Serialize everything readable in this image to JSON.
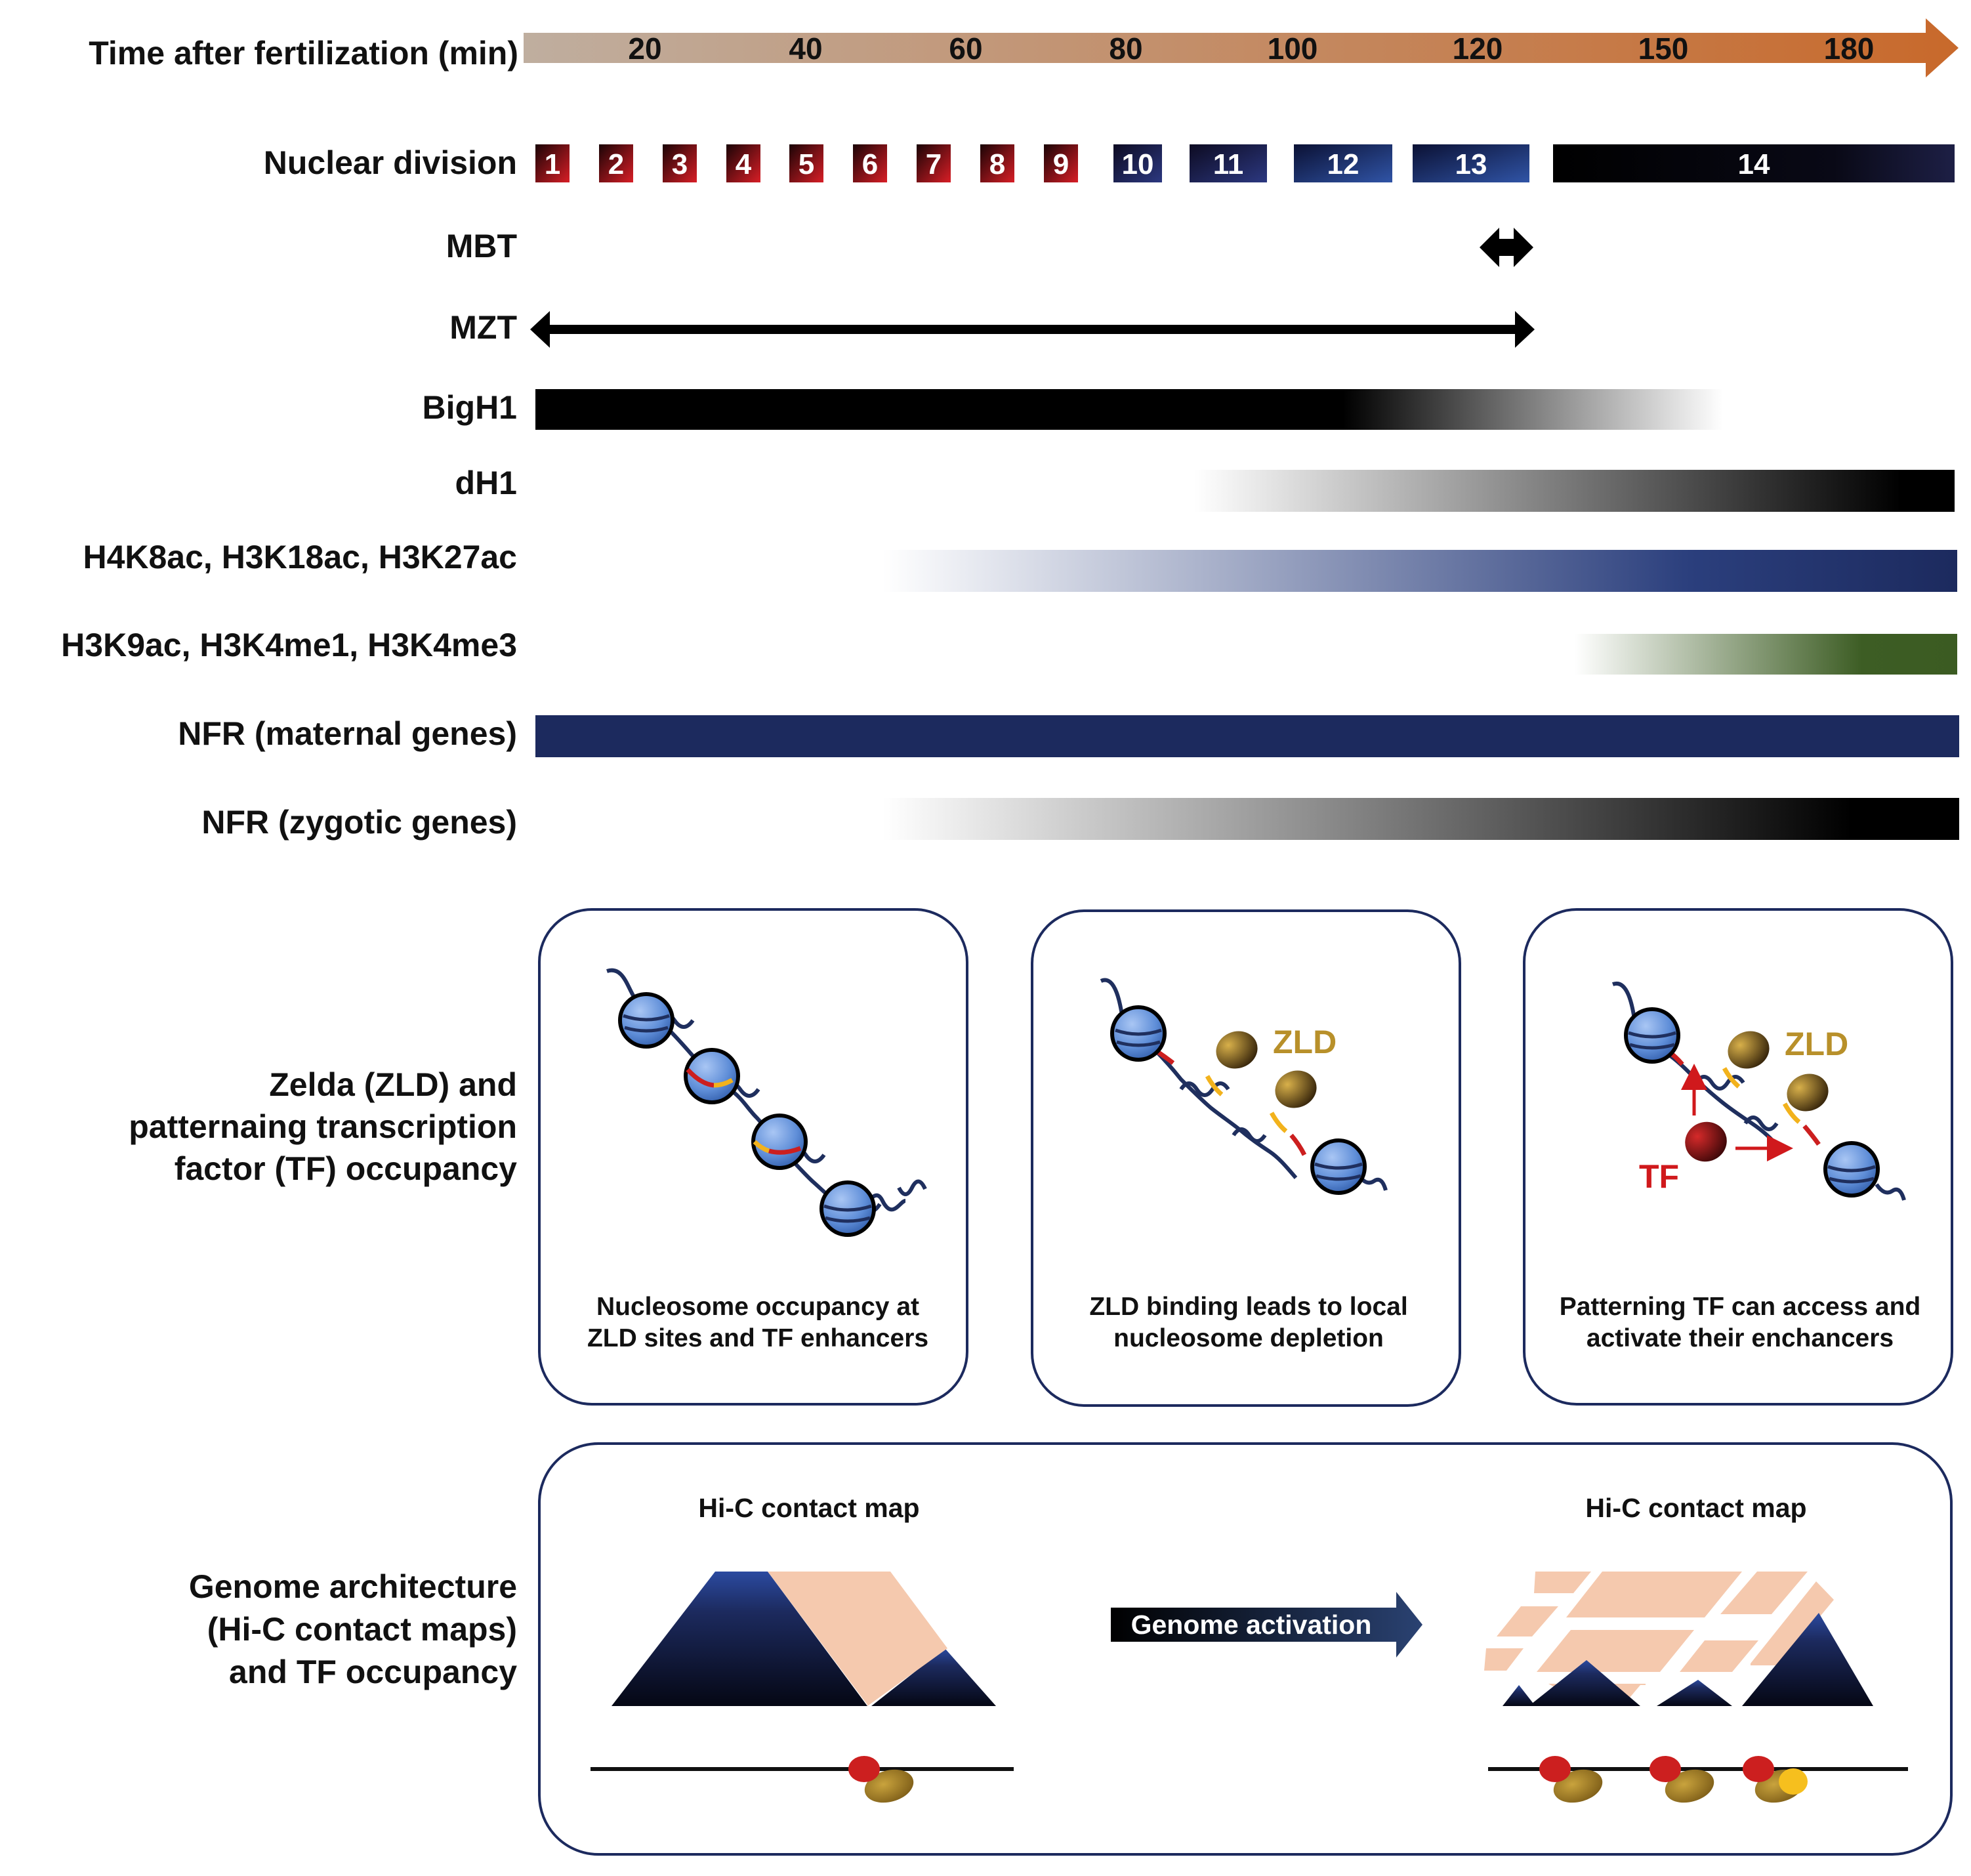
{
  "timeline": {
    "label": "Time after fertilization (min)",
    "ticks": [
      "20",
      "40",
      "60",
      "80",
      "100",
      "120",
      "150",
      "180"
    ]
  },
  "rows": {
    "nuclear_division": "Nuclear division",
    "mbt": "MBT",
    "mzt": "MZT",
    "bigh1": "BigH1",
    "dh1": "dH1",
    "acetylation": "H4K8ac, H3K18ac, H3K27ac",
    "methylation": "H3K9ac, H3K4me1, H3K4me3",
    "nfr_maternal": "NFR (maternal genes)",
    "nfr_zygotic": "NFR (zygotic genes)"
  },
  "divisions": [
    "1",
    "2",
    "3",
    "4",
    "5",
    "6",
    "7",
    "8",
    "9",
    "10",
    "11",
    "12",
    "13",
    "14"
  ],
  "zelda": {
    "label_lines": [
      "Zelda (ZLD) and",
      "patternaing transcription",
      "factor (TF) occupancy"
    ],
    "panels": [
      {
        "caption": [
          "Nucleosome occupancy at",
          "ZLD sites and TF enhancers"
        ]
      },
      {
        "zld": "ZLD",
        "caption": [
          "ZLD binding leads to local",
          "nucleosome depletion"
        ]
      },
      {
        "zld": "ZLD",
        "tf": "TF",
        "caption": [
          "Patterning TF can access and",
          "activate their enchancers"
        ]
      }
    ]
  },
  "genome": {
    "label_lines": [
      "Genome architecture",
      "(Hi-C contact maps)",
      "and TF occupancy"
    ],
    "left_title": "Hi-C contact map",
    "right_title": "Hi-C contact map",
    "arrow_label": "Genome activation"
  },
  "colors": {
    "timeline_start": "#bfae9f",
    "timeline_end": "#c8692b",
    "navy": "#1c2a5e",
    "green": "#3b5b22",
    "nucleosome": "#5f8ed8",
    "dna": "#1f2f5e",
    "tf_red": "#cc1f1f",
    "zld_gold": "#b8902a",
    "hic_peach": "#f5c9ae"
  },
  "icons": [
    "double-arrow-icon",
    "nucleosome-icon",
    "zld-protein-icon",
    "tf-protein-icon",
    "red-arrow-icon"
  ]
}
